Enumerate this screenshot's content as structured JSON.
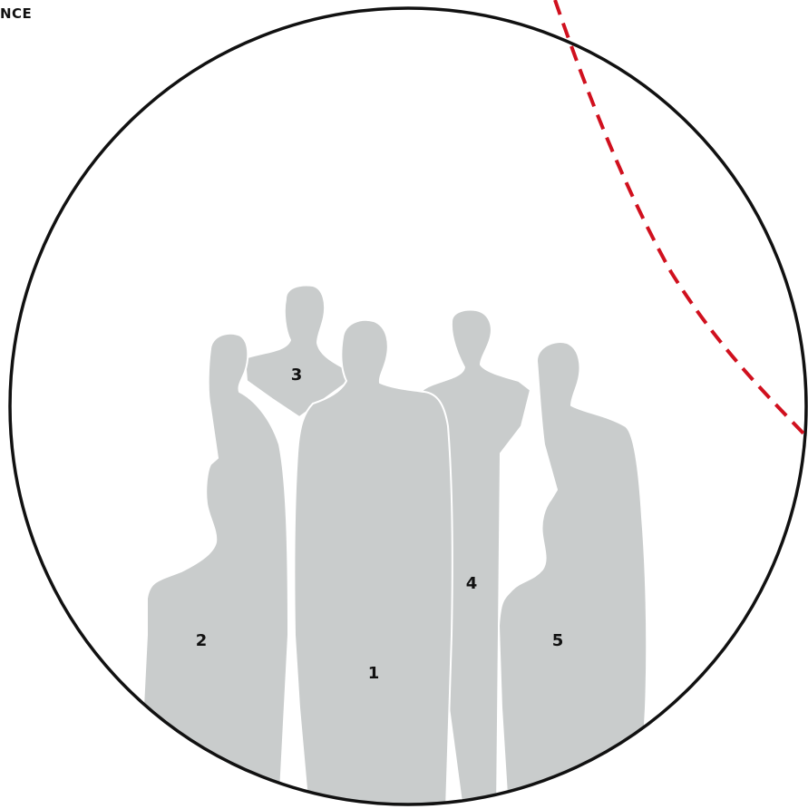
{
  "header": {
    "label": "NCE"
  },
  "figures": [
    {
      "id": "1",
      "label": "1"
    },
    {
      "id": "2",
      "label": "2"
    },
    {
      "id": "3",
      "label": "3"
    },
    {
      "id": "4",
      "label": "4"
    },
    {
      "id": "5",
      "label": "5"
    }
  ],
  "colors": {
    "circle": "#111111",
    "figure_fill": "#c9cccc",
    "figure_outline": "#ffffff",
    "dashed_arc": "#d0101e",
    "label": "#111111"
  }
}
